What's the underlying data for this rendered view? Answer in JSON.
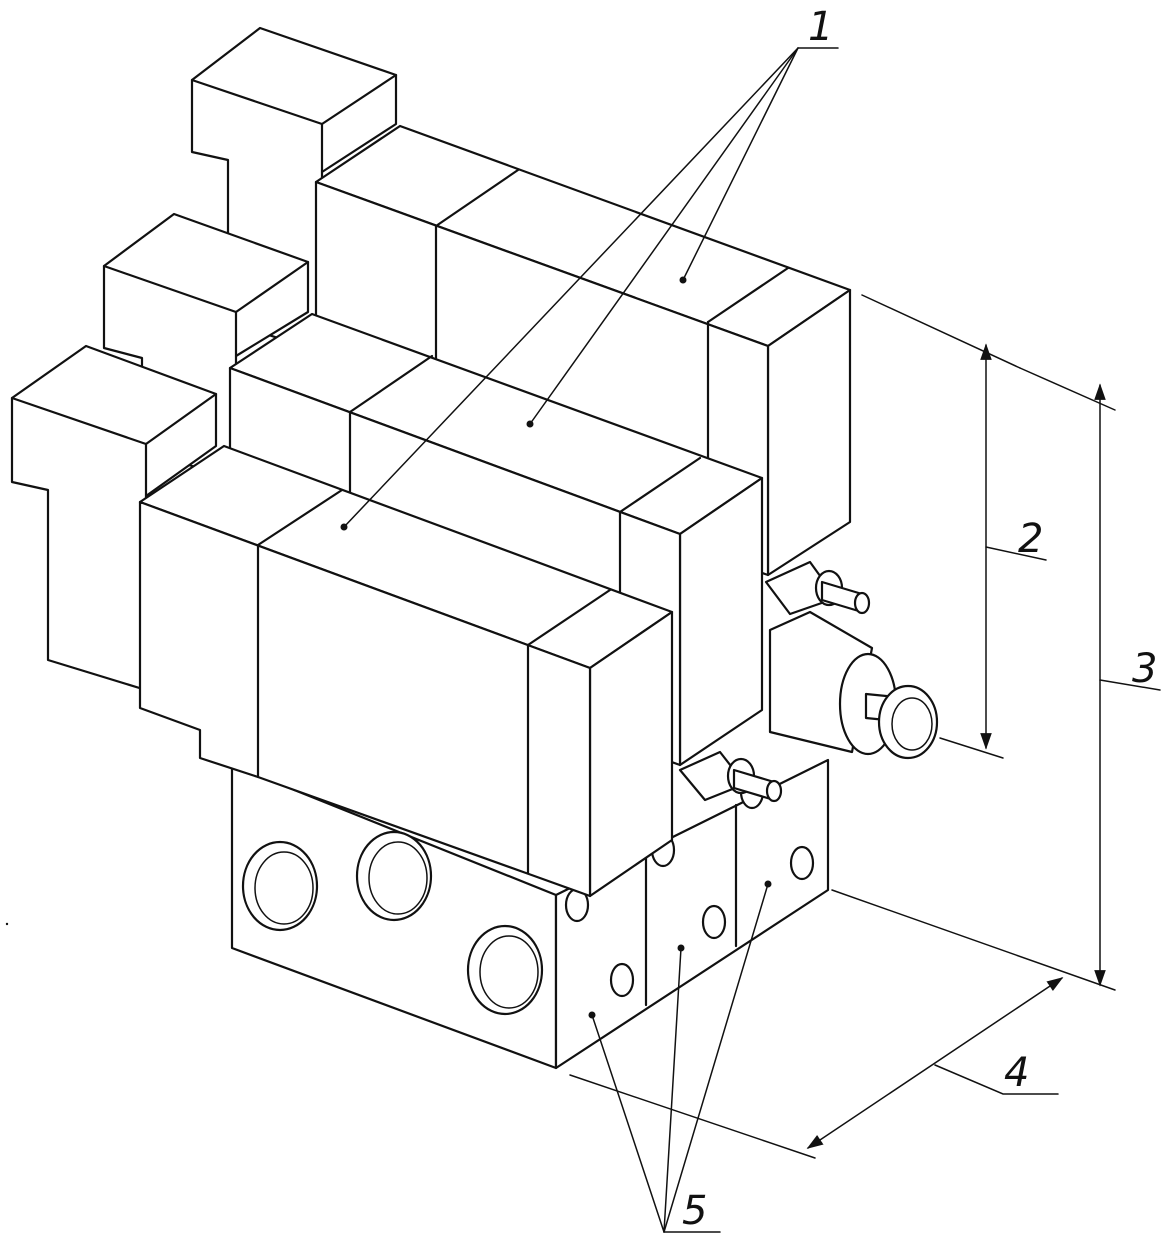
{
  "callouts": {
    "label_1": "1",
    "label_2": "2",
    "label_3": "3",
    "label_4": "4",
    "label_5": "5"
  }
}
